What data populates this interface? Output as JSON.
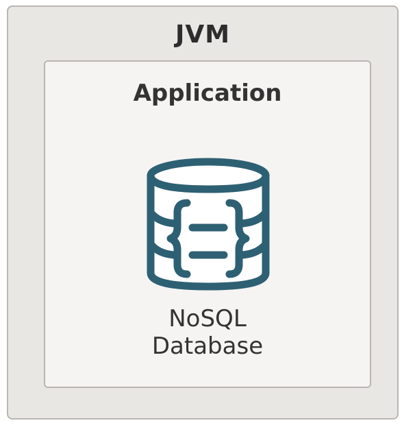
{
  "jvm": {
    "title": "JVM"
  },
  "application": {
    "title": "Application"
  },
  "database": {
    "icon": "nosql-database-icon",
    "label_line1": "NoSQL",
    "label_line2": "Database"
  },
  "colors": {
    "icon_stroke": "#2e6073",
    "outer_fill": "#e9e7e4",
    "inner_fill": "#f5f4f2",
    "border": "#b9b6b2",
    "text": "#333333"
  }
}
